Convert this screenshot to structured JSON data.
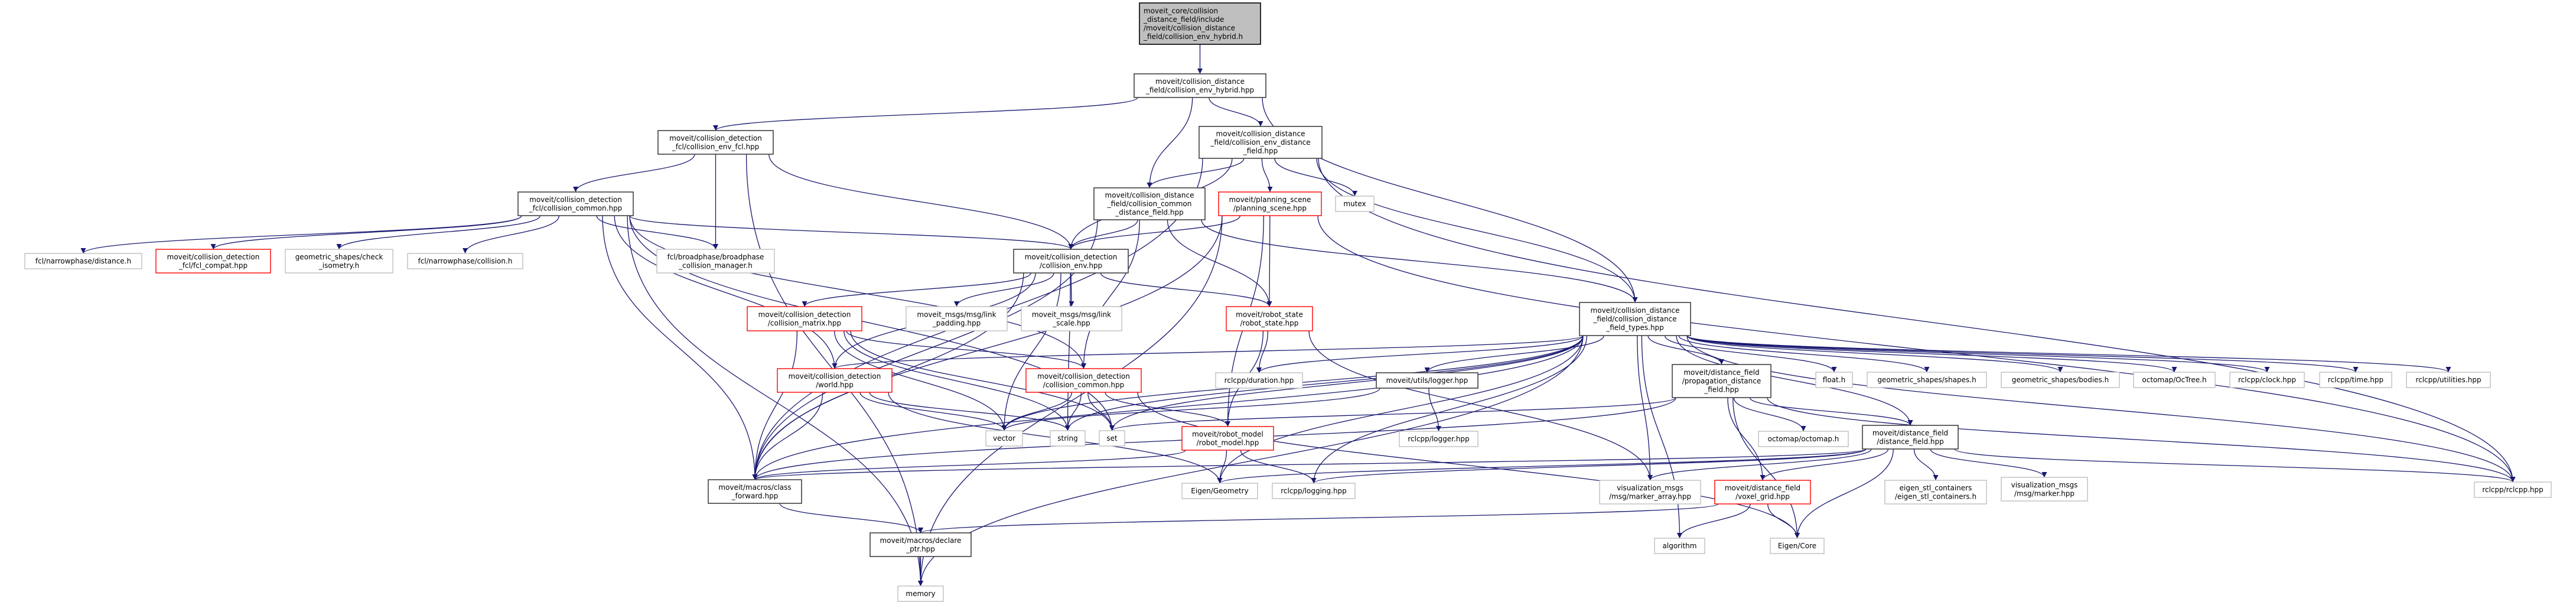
{
  "colors": {
    "edge": "#191970",
    "root_fill": "#bfbfbf",
    "documented_border": "#404040",
    "external_border": "#bfbfbf",
    "truncated_border": "#ff0000"
  },
  "nodes": [
    {
      "id": "root",
      "style": "root",
      "lines": [
        "moveit_core/collision",
        "_distance_field/include",
        "/moveit/collision_distance",
        "_field/collision_env_hybrid.h"
      ]
    },
    {
      "id": "hybrid",
      "style": "doc",
      "lines": [
        "moveit/collision_distance",
        "_field/collision_env_hybrid.hpp"
      ]
    },
    {
      "id": "env_fcl",
      "style": "doc",
      "lines": [
        "moveit/collision_detection",
        "_fcl/collision_env_fcl.hpp"
      ]
    },
    {
      "id": "env_df",
      "style": "doc",
      "lines": [
        "moveit/collision_distance",
        "_field/collision_env_distance",
        "_field.hpp"
      ]
    },
    {
      "id": "fcl_common",
      "style": "doc",
      "lines": [
        "moveit/collision_detection",
        "_fcl/collision_common.hpp"
      ]
    },
    {
      "id": "ccdf",
      "style": "doc",
      "lines": [
        "moveit/collision_distance",
        "_field/collision_common",
        "_distance_field.hpp"
      ]
    },
    {
      "id": "planning_scene",
      "style": "red",
      "lines": [
        "moveit/planning_scene",
        "/planning_scene.hpp"
      ]
    },
    {
      "id": "mutex",
      "style": "ext",
      "lines": [
        "mutex"
      ]
    },
    {
      "id": "fcl_distance",
      "style": "ext",
      "lines": [
        "fcl/narrowphase/distance.h"
      ]
    },
    {
      "id": "fcl_compat",
      "style": "red",
      "lines": [
        "moveit/collision_detection",
        "_fcl/fcl_compat.hpp"
      ]
    },
    {
      "id": "check_isometry",
      "style": "ext",
      "lines": [
        "geometric_shapes/check",
        "_isometry.h"
      ]
    },
    {
      "id": "fcl_collision",
      "style": "ext",
      "lines": [
        "fcl/narrowphase/collision.h"
      ]
    },
    {
      "id": "broadphase",
      "style": "ext",
      "lines": [
        "fcl/broadphase/broadphase",
        "_collision_manager.h"
      ]
    },
    {
      "id": "collision_env",
      "style": "doc",
      "lines": [
        "moveit/collision_detection",
        "/collision_env.hpp"
      ]
    },
    {
      "id": "types",
      "style": "doc",
      "lines": [
        "moveit/collision_distance",
        "_field/collision_distance",
        "_field_types.hpp"
      ]
    },
    {
      "id": "collision_matrix",
      "style": "red",
      "lines": [
        "moveit/collision_detection",
        "/collision_matrix.hpp"
      ]
    },
    {
      "id": "link_padding",
      "style": "ext",
      "lines": [
        "moveit_msgs/msg/link",
        "_padding.hpp"
      ]
    },
    {
      "id": "link_scale",
      "style": "ext",
      "lines": [
        "moveit_msgs/msg/link",
        "_scale.hpp"
      ]
    },
    {
      "id": "robot_state",
      "style": "red",
      "lines": [
        "moveit/robot_state",
        "/robot_state.hpp"
      ]
    },
    {
      "id": "duration",
      "style": "ext",
      "lines": [
        "rclcpp/duration.hpp"
      ]
    },
    {
      "id": "utils_logger",
      "style": "doc",
      "lines": [
        "moveit/utils/logger.hpp"
      ]
    },
    {
      "id": "propagation",
      "style": "doc",
      "lines": [
        "moveit/distance_field",
        "/propagation_distance",
        "_field.hpp"
      ]
    },
    {
      "id": "float_h",
      "style": "ext",
      "lines": [
        "float.h"
      ]
    },
    {
      "id": "shapes",
      "style": "ext",
      "lines": [
        "geometric_shapes/shapes.h"
      ]
    },
    {
      "id": "bodies",
      "style": "ext",
      "lines": [
        "geometric_shapes/bodies.h"
      ]
    },
    {
      "id": "octree",
      "style": "ext",
      "lines": [
        "octomap/OcTree.h"
      ]
    },
    {
      "id": "clock",
      "style": "ext",
      "lines": [
        "rclcpp/clock.hpp"
      ]
    },
    {
      "id": "time",
      "style": "ext",
      "lines": [
        "rclcpp/time.hpp"
      ]
    },
    {
      "id": "utilities",
      "style": "ext",
      "lines": [
        "rclcpp/utilities.hpp"
      ]
    },
    {
      "id": "world",
      "style": "red",
      "lines": [
        "moveit/collision_detection",
        "/world.hpp"
      ]
    },
    {
      "id": "collision_common",
      "style": "red",
      "lines": [
        "moveit/collision_detection",
        "/collision_common.hpp"
      ]
    },
    {
      "id": "rclcpp_logger",
      "style": "ext",
      "lines": [
        "rclcpp/logger.hpp"
      ]
    },
    {
      "id": "octomap",
      "style": "ext",
      "lines": [
        "octomap/octomap.h"
      ]
    },
    {
      "id": "distance_field",
      "style": "doc",
      "lines": [
        "moveit/distance_field",
        "/distance_field.hpp"
      ]
    },
    {
      "id": "vector",
      "style": "ext",
      "lines": [
        "vector"
      ]
    },
    {
      "id": "string",
      "style": "ext",
      "lines": [
        "string"
      ]
    },
    {
      "id": "set",
      "style": "ext",
      "lines": [
        "set"
      ]
    },
    {
      "id": "robot_model",
      "style": "red",
      "lines": [
        "moveit/robot_model",
        "/robot_model.hpp"
      ]
    },
    {
      "id": "class_forward",
      "style": "doc",
      "lines": [
        "moveit/macros/class",
        "_forward.hpp"
      ]
    },
    {
      "id": "eigen_geometry",
      "style": "ext",
      "lines": [
        "Eigen/Geometry"
      ]
    },
    {
      "id": "logging",
      "style": "ext",
      "lines": [
        "rclcpp/logging.hpp"
      ]
    },
    {
      "id": "marker_array",
      "style": "ext",
      "lines": [
        "visualization_msgs",
        "/msg/marker_array.hpp"
      ]
    },
    {
      "id": "voxel_grid",
      "style": "red",
      "lines": [
        "moveit/distance_field",
        "/voxel_grid.hpp"
      ]
    },
    {
      "id": "eigen_stl",
      "style": "ext",
      "lines": [
        "eigen_stl_containers",
        "/eigen_stl_containers.h"
      ]
    },
    {
      "id": "marker",
      "style": "ext",
      "lines": [
        "visualization_msgs",
        "/msg/marker.hpp"
      ]
    },
    {
      "id": "rclcpp",
      "style": "ext",
      "lines": [
        "rclcpp/rclcpp.hpp"
      ]
    },
    {
      "id": "declare_ptr",
      "style": "doc",
      "lines": [
        "moveit/macros/declare",
        "_ptr.hpp"
      ]
    },
    {
      "id": "algorithm",
      "style": "ext",
      "lines": [
        "algorithm"
      ]
    },
    {
      "id": "eigen_core",
      "style": "ext",
      "lines": [
        "Eigen/Core"
      ]
    },
    {
      "id": "memory",
      "style": "ext",
      "lines": [
        "memory"
      ]
    }
  ],
  "edges": [
    [
      "root",
      "hybrid"
    ],
    [
      "hybrid",
      "env_fcl"
    ],
    [
      "hybrid",
      "env_df"
    ],
    [
      "hybrid",
      "ccdf"
    ],
    [
      "hybrid",
      "types"
    ],
    [
      "env_fcl",
      "fcl_common"
    ],
    [
      "env_fcl",
      "broadphase"
    ],
    [
      "env_fcl",
      "collision_env"
    ],
    [
      "env_fcl",
      "memory"
    ],
    [
      "fcl_common",
      "fcl_distance"
    ],
    [
      "fcl_common",
      "fcl_compat"
    ],
    [
      "fcl_common",
      "check_isometry"
    ],
    [
      "fcl_common",
      "fcl_collision"
    ],
    [
      "fcl_common",
      "broadphase"
    ],
    [
      "fcl_common",
      "collision_env"
    ],
    [
      "fcl_common",
      "world"
    ],
    [
      "fcl_common",
      "collision_common"
    ],
    [
      "fcl_common",
      "class_forward"
    ],
    [
      "fcl_common",
      "memory"
    ],
    [
      "fcl_common",
      "set"
    ],
    [
      "env_df",
      "ccdf"
    ],
    [
      "env_df",
      "planning_scene"
    ],
    [
      "env_df",
      "mutex"
    ],
    [
      "env_df",
      "types"
    ],
    [
      "env_df",
      "collision_env"
    ],
    [
      "env_df",
      "class_forward"
    ],
    [
      "env_df",
      "rclcpp"
    ],
    [
      "ccdf",
      "collision_env"
    ],
    [
      "ccdf",
      "robot_state"
    ],
    [
      "ccdf",
      "collision_common"
    ],
    [
      "ccdf",
      "types"
    ],
    [
      "ccdf",
      "class_forward"
    ],
    [
      "planning_scene",
      "collision_env"
    ],
    [
      "planning_scene",
      "robot_state"
    ],
    [
      "planning_scene",
      "robot_model"
    ],
    [
      "planning_scene",
      "memory"
    ],
    [
      "planning_scene",
      "rclcpp"
    ],
    [
      "planning_scene",
      "class_forward"
    ],
    [
      "collision_env",
      "collision_matrix"
    ],
    [
      "collision_env",
      "link_padding"
    ],
    [
      "collision_env",
      "link_scale"
    ],
    [
      "collision_env",
      "robot_state"
    ],
    [
      "collision_env",
      "world"
    ],
    [
      "collision_env",
      "class_forward"
    ],
    [
      "collision_env",
      "vector"
    ],
    [
      "collision_env",
      "string"
    ],
    [
      "types",
      "vector"
    ],
    [
      "types",
      "string"
    ],
    [
      "types",
      "set"
    ],
    [
      "types",
      "world"
    ],
    [
      "types",
      "duration"
    ],
    [
      "types",
      "utils_logger"
    ],
    [
      "types",
      "propagation"
    ],
    [
      "types",
      "float_h"
    ],
    [
      "types",
      "shapes"
    ],
    [
      "types",
      "bodies"
    ],
    [
      "types",
      "octree"
    ],
    [
      "types",
      "clock"
    ],
    [
      "types",
      "time"
    ],
    [
      "types",
      "utilities"
    ],
    [
      "types",
      "rclcpp"
    ],
    [
      "types",
      "marker_array"
    ],
    [
      "types",
      "eigen_geometry"
    ],
    [
      "types",
      "class_forward"
    ],
    [
      "types",
      "algorithm"
    ],
    [
      "types",
      "memory"
    ],
    [
      "types",
      "logging"
    ],
    [
      "types",
      "distance_field"
    ],
    [
      "collision_matrix",
      "class_forward"
    ],
    [
      "collision_matrix",
      "vector"
    ],
    [
      "collision_matrix",
      "string"
    ],
    [
      "collision_matrix",
      "set"
    ],
    [
      "collision_matrix",
      "collision_common"
    ],
    [
      "world",
      "class_forward"
    ],
    [
      "world",
      "vector"
    ],
    [
      "world",
      "string"
    ],
    [
      "world",
      "eigen_geometry"
    ],
    [
      "collision_common",
      "vector"
    ],
    [
      "collision_common",
      "string"
    ],
    [
      "collision_common",
      "set"
    ],
    [
      "collision_common",
      "robot_model"
    ],
    [
      "collision_common",
      "eigen_core"
    ],
    [
      "robot_state",
      "robot_model"
    ],
    [
      "robot_state",
      "duration"
    ],
    [
      "robot_state",
      "marker_array"
    ],
    [
      "utils_logger",
      "rclcpp_logger"
    ],
    [
      "utils_logger",
      "vector"
    ],
    [
      "propagation",
      "octomap"
    ],
    [
      "propagation",
      "distance_field"
    ],
    [
      "propagation",
      "voxel_grid"
    ],
    [
      "propagation",
      "eigen_core"
    ],
    [
      "propagation",
      "rclcpp"
    ],
    [
      "propagation",
      "class_forward"
    ],
    [
      "propagation",
      "set"
    ],
    [
      "distance_field",
      "voxel_grid"
    ],
    [
      "distance_field",
      "eigen_core"
    ],
    [
      "distance_field",
      "eigen_stl"
    ],
    [
      "distance_field",
      "marker"
    ],
    [
      "distance_field",
      "rclcpp"
    ],
    [
      "distance_field",
      "marker_array"
    ],
    [
      "distance_field",
      "class_forward"
    ],
    [
      "distance_field",
      "eigen_geometry"
    ],
    [
      "distance_field",
      "logging"
    ],
    [
      "voxel_grid",
      "algorithm"
    ],
    [
      "voxel_grid",
      "eigen_core"
    ],
    [
      "voxel_grid",
      "declare_ptr"
    ],
    [
      "robot_model",
      "class_forward"
    ],
    [
      "robot_model",
      "eigen_geometry"
    ],
    [
      "robot_model",
      "logging"
    ],
    [
      "class_forward",
      "declare_ptr"
    ],
    [
      "declare_ptr",
      "memory"
    ]
  ]
}
